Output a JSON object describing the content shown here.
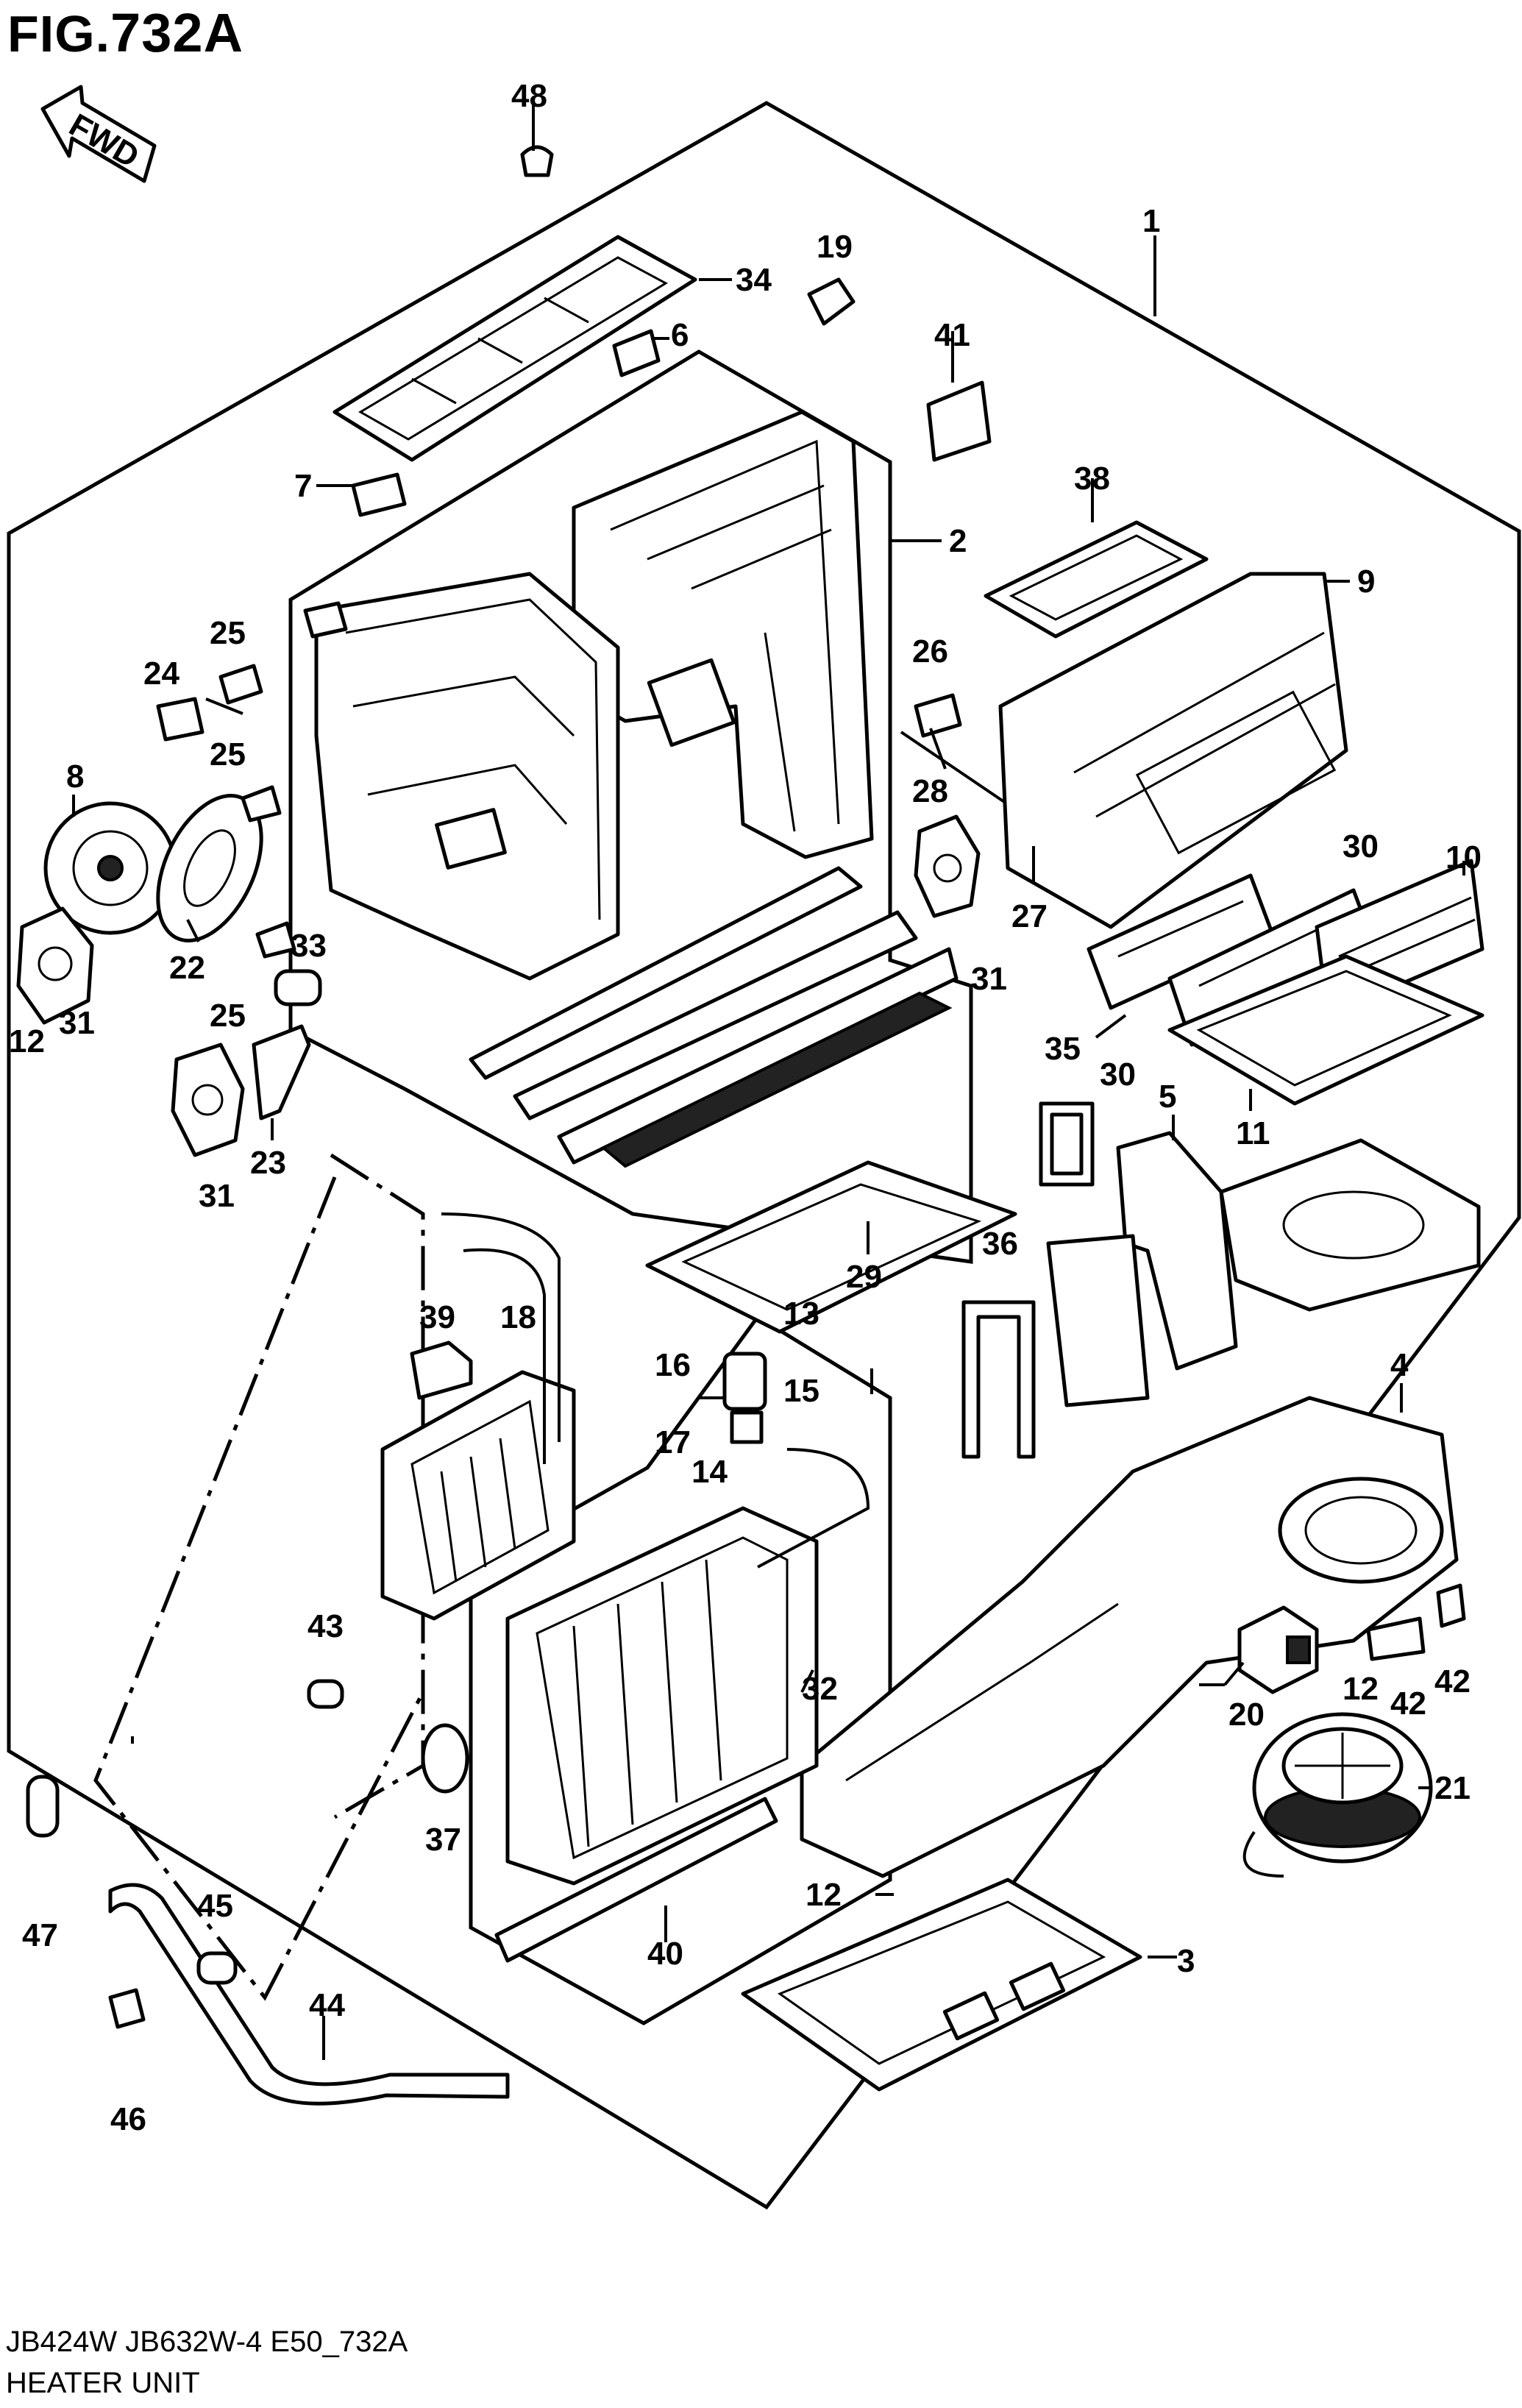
{
  "figure": {
    "prefix": "FIG.",
    "number": "732A",
    "direction_label": "FWD"
  },
  "footer": {
    "model_code": "JB424W  JB632W-4  E50_732A",
    "section_name": "HEATER UNIT"
  },
  "callouts": [
    {
      "id": "c1",
      "text": "1"
    },
    {
      "id": "c2",
      "text": "2"
    },
    {
      "id": "c3",
      "text": "3"
    },
    {
      "id": "c4",
      "text": "4"
    },
    {
      "id": "c5",
      "text": "5"
    },
    {
      "id": "c6",
      "text": "6"
    },
    {
      "id": "c7",
      "text": "7"
    },
    {
      "id": "c8",
      "text": "8"
    },
    {
      "id": "c9",
      "text": "9"
    },
    {
      "id": "c10",
      "text": "10"
    },
    {
      "id": "c11",
      "text": "11"
    },
    {
      "id": "c12a",
      "text": "12"
    },
    {
      "id": "c12b",
      "text": "12"
    },
    {
      "id": "c12c",
      "text": "12"
    },
    {
      "id": "c13",
      "text": "13"
    },
    {
      "id": "c14",
      "text": "14"
    },
    {
      "id": "c15",
      "text": "15"
    },
    {
      "id": "c16",
      "text": "16"
    },
    {
      "id": "c17",
      "text": "17"
    },
    {
      "id": "c18",
      "text": "18"
    },
    {
      "id": "c19",
      "text": "19"
    },
    {
      "id": "c20",
      "text": "20"
    },
    {
      "id": "c21",
      "text": "21"
    },
    {
      "id": "c22",
      "text": "22"
    },
    {
      "id": "c23",
      "text": "23"
    },
    {
      "id": "c24",
      "text": "24"
    },
    {
      "id": "c25a",
      "text": "25"
    },
    {
      "id": "c25b",
      "text": "25"
    },
    {
      "id": "c25c",
      "text": "25"
    },
    {
      "id": "c26",
      "text": "26"
    },
    {
      "id": "c27",
      "text": "27"
    },
    {
      "id": "c28",
      "text": "28"
    },
    {
      "id": "c29",
      "text": "29"
    },
    {
      "id": "c30a",
      "text": "30"
    },
    {
      "id": "c30b",
      "text": "30"
    },
    {
      "id": "c31a",
      "text": "31"
    },
    {
      "id": "c31b",
      "text": "31"
    },
    {
      "id": "c31c",
      "text": "31"
    },
    {
      "id": "c32",
      "text": "32"
    },
    {
      "id": "c33",
      "text": "33"
    },
    {
      "id": "c34",
      "text": "34"
    },
    {
      "id": "c35",
      "text": "35"
    },
    {
      "id": "c36",
      "text": "36"
    },
    {
      "id": "c37",
      "text": "37"
    },
    {
      "id": "c38",
      "text": "38"
    },
    {
      "id": "c39",
      "text": "39"
    },
    {
      "id": "c40",
      "text": "40"
    },
    {
      "id": "c41",
      "text": "41"
    },
    {
      "id": "c42a",
      "text": "42"
    },
    {
      "id": "c42b",
      "text": "42"
    },
    {
      "id": "c43",
      "text": "43"
    },
    {
      "id": "c44",
      "text": "44"
    },
    {
      "id": "c45",
      "text": "45"
    },
    {
      "id": "c46",
      "text": "46"
    },
    {
      "id": "c47",
      "text": "47"
    },
    {
      "id": "c48",
      "text": "48"
    }
  ]
}
